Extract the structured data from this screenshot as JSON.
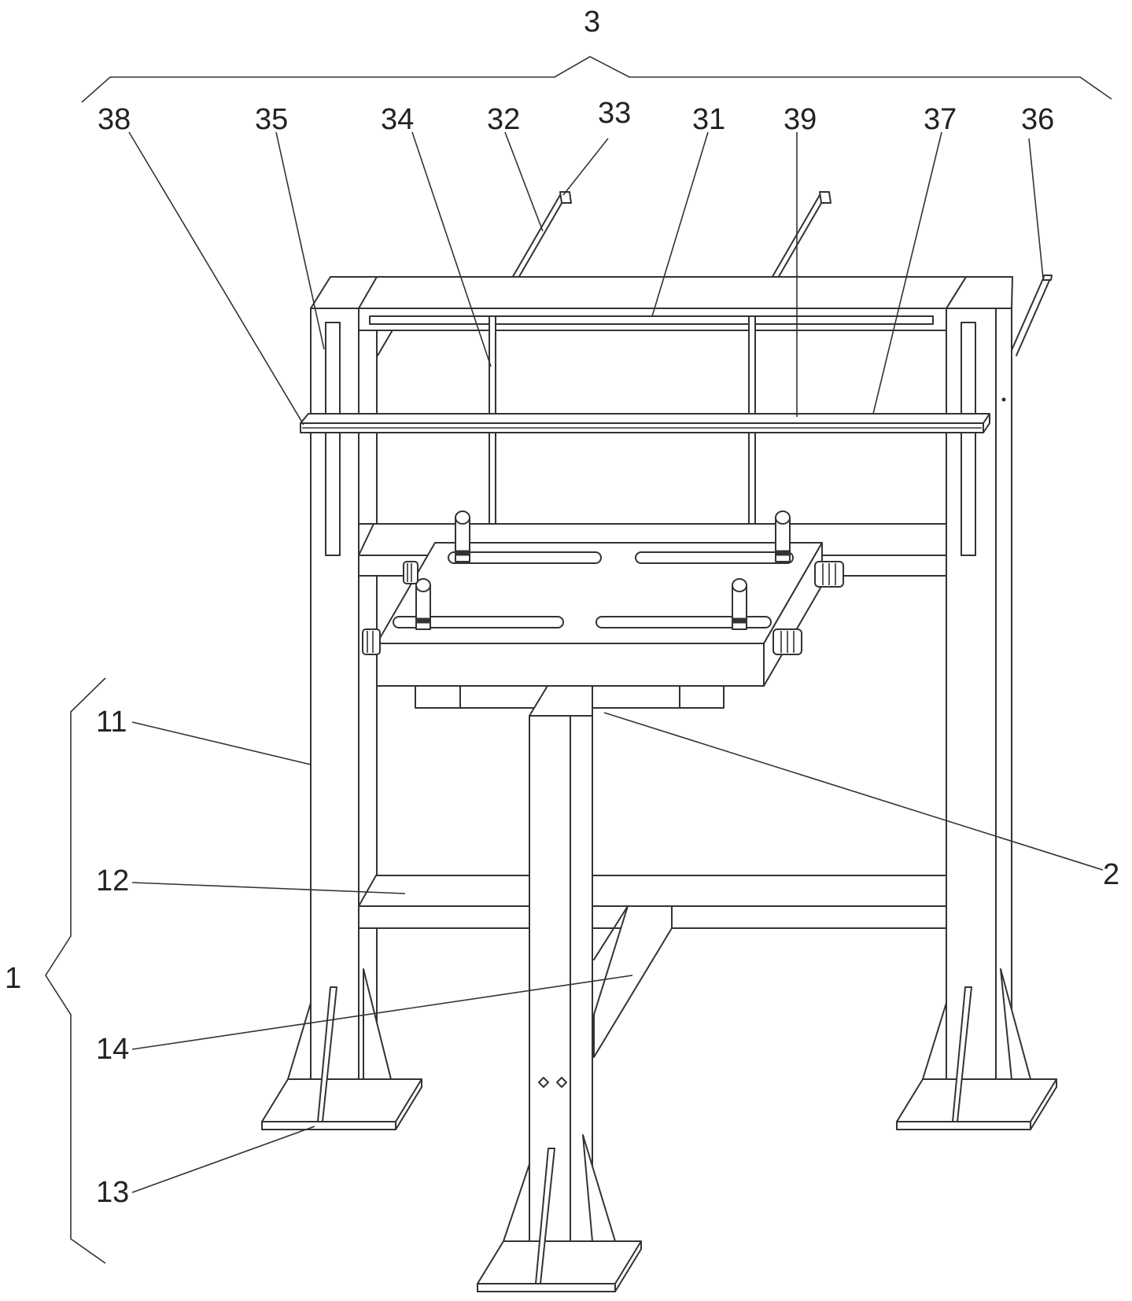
{
  "figure": {
    "labels": {
      "l3": "3",
      "l38": "38",
      "l35": "35",
      "l34": "34",
      "l32": "32",
      "l33": "33",
      "l31": "31",
      "l39": "39",
      "l37": "37",
      "l36": "36",
      "l11": "11",
      "l2": "2",
      "l12": "12",
      "l1": "1",
      "l14": "14",
      "l13": "13"
    }
  }
}
